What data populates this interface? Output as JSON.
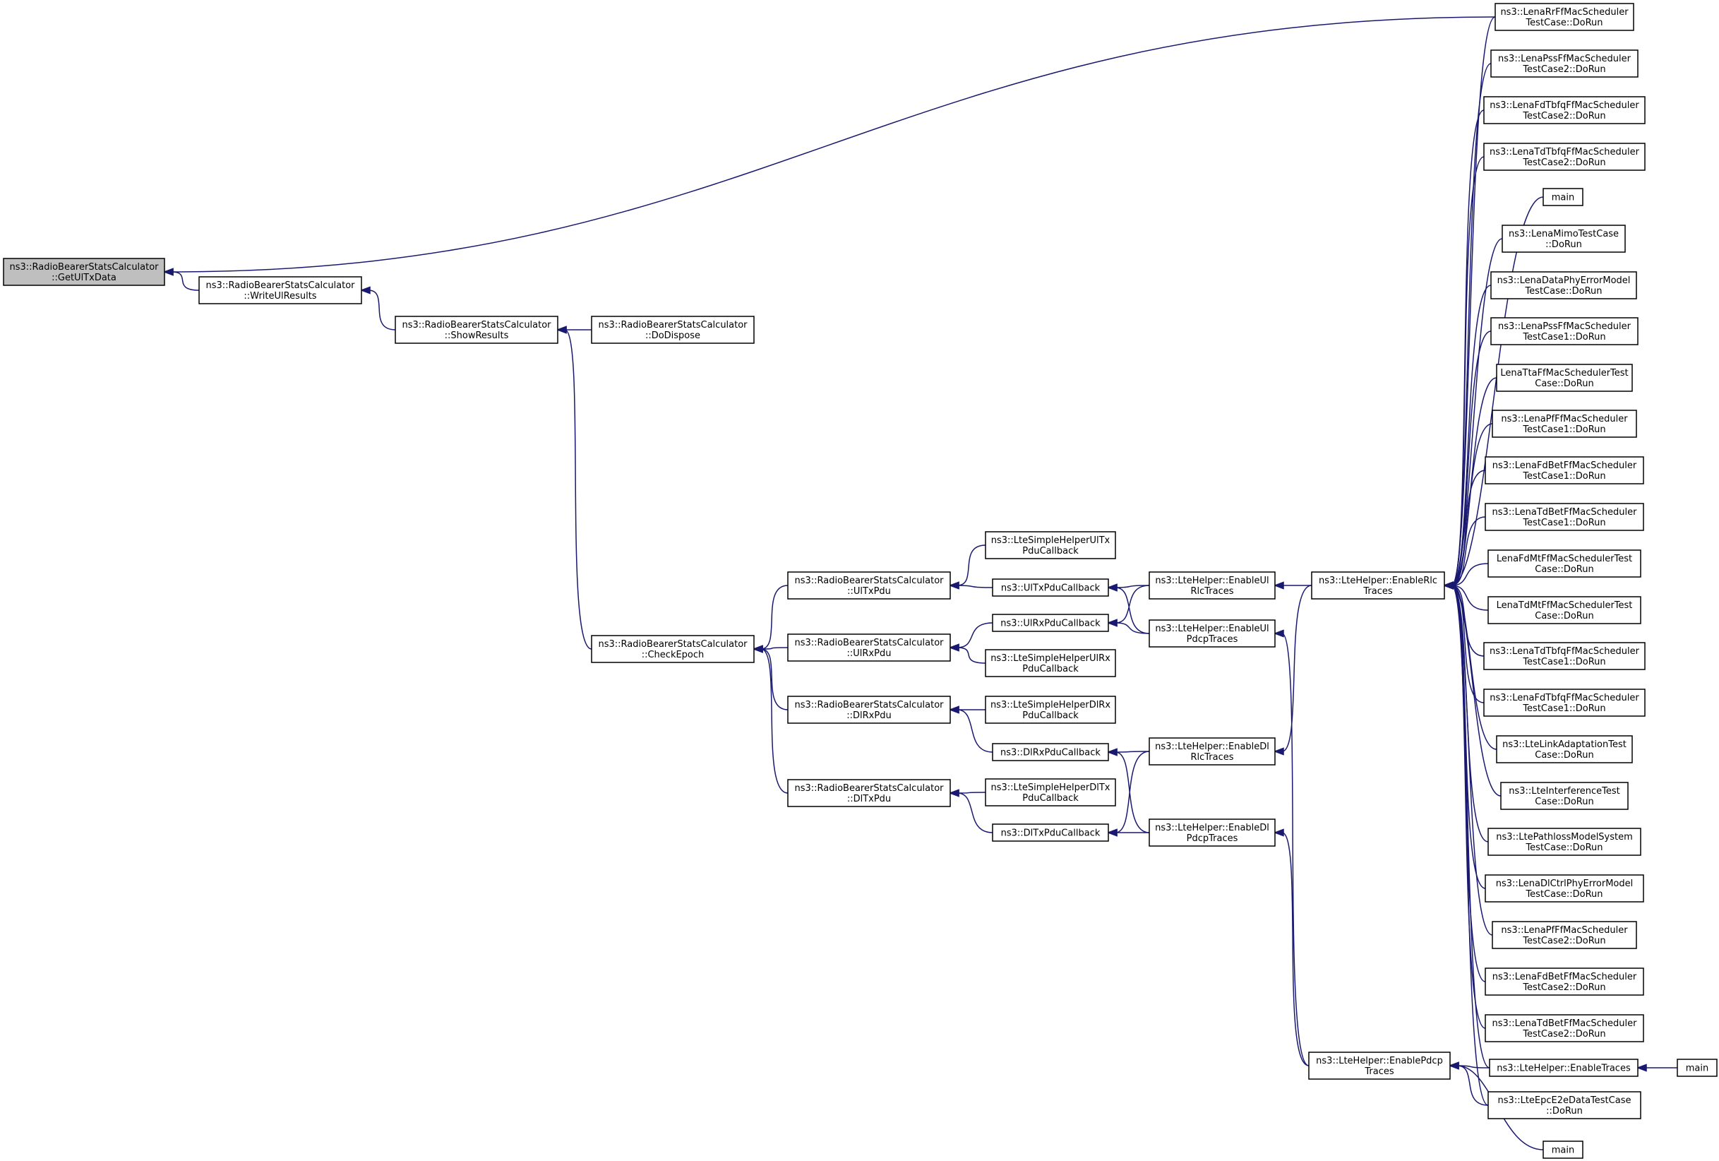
{
  "graph": {
    "colors": {
      "root_fill": "#bfbfbf",
      "node_fill": "#ffffff",
      "edge": "#191970"
    },
    "nodes": [
      {
        "id": "getultx",
        "lines": [
          "ns3::RadioBearerStatsCalculator",
          "::GetUlTxData"
        ],
        "root": true
      },
      {
        "id": "writeul",
        "lines": [
          "ns3::RadioBearerStatsCalculator",
          "::WriteUlResults"
        ]
      },
      {
        "id": "showres",
        "lines": [
          "ns3::RadioBearerStatsCalculator",
          "::ShowResults"
        ]
      },
      {
        "id": "dodispose",
        "lines": [
          "ns3::RadioBearerStatsCalculator",
          "::DoDispose"
        ]
      },
      {
        "id": "checkepoch",
        "lines": [
          "ns3::RadioBearerStatsCalculator",
          "::CheckEpoch"
        ]
      },
      {
        "id": "ultxpdu",
        "lines": [
          "ns3::RadioBearerStatsCalculator",
          "::UlTxPdu"
        ]
      },
      {
        "id": "ulrxpdu",
        "lines": [
          "ns3::RadioBearerStatsCalculator",
          "::UlRxPdu"
        ]
      },
      {
        "id": "dlrxpdu",
        "lines": [
          "ns3::RadioBearerStatsCalculator",
          "::DlRxPdu"
        ]
      },
      {
        "id": "dltxpdu",
        "lines": [
          "ns3::RadioBearerStatsCalculator",
          "::DlTxPdu"
        ]
      },
      {
        "id": "simpleultx",
        "lines": [
          "ns3::LteSimpleHelperUlTx",
          "PduCallback"
        ]
      },
      {
        "id": "ultxcb",
        "lines": [
          "ns3::UlTxPduCallback"
        ]
      },
      {
        "id": "ulrxcb",
        "lines": [
          "ns3::UlRxPduCallback"
        ]
      },
      {
        "id": "simpleulrx",
        "lines": [
          "ns3::LteSimpleHelperUlRx",
          "PduCallback"
        ]
      },
      {
        "id": "simpledlrx",
        "lines": [
          "ns3::LteSimpleHelperDlRx",
          "PduCallback"
        ]
      },
      {
        "id": "dlrxcb",
        "lines": [
          "ns3::DlRxPduCallback"
        ]
      },
      {
        "id": "simpledltx",
        "lines": [
          "ns3::LteSimpleHelperDlTx",
          "PduCallback"
        ]
      },
      {
        "id": "dltxcb",
        "lines": [
          "ns3::DlTxPduCallback"
        ]
      },
      {
        "id": "enululrlc",
        "lines": [
          "ns3::LteHelper::EnableUl",
          "RlcTraces"
        ]
      },
      {
        "id": "enulpdcp",
        "lines": [
          "ns3::LteHelper::EnableUl",
          "PdcpTraces"
        ]
      },
      {
        "id": "endlrlc",
        "lines": [
          "ns3::LteHelper::EnableDl",
          "RlcTraces"
        ]
      },
      {
        "id": "endlpdcp",
        "lines": [
          "ns3::LteHelper::EnableDl",
          "PdcpTraces"
        ]
      },
      {
        "id": "enrlc",
        "lines": [
          "ns3::LteHelper::EnableRlc",
          "Traces"
        ]
      },
      {
        "id": "enpdcp",
        "lines": [
          "ns3::LteHelper::EnablePdcp",
          "Traces"
        ]
      },
      {
        "id": "rr",
        "lines": [
          "ns3::LenaRrFfMacScheduler",
          "TestCase::DoRun"
        ]
      },
      {
        "id": "pss2",
        "lines": [
          "ns3::LenaPssFfMacScheduler",
          "TestCase2::DoRun"
        ]
      },
      {
        "id": "fdtbfq2",
        "lines": [
          "ns3::LenaFdTbfqFfMacScheduler",
          "TestCase2::DoRun"
        ]
      },
      {
        "id": "tdtbfq2",
        "lines": [
          "ns3::LenaTdTbfqFfMacScheduler",
          "TestCase2::DoRun"
        ]
      },
      {
        "id": "main1",
        "lines": [
          "main"
        ]
      },
      {
        "id": "mimo",
        "lines": [
          "ns3::LenaMimoTestCase",
          "::DoRun"
        ]
      },
      {
        "id": "dataphy",
        "lines": [
          "ns3::LenaDataPhyErrorModel",
          "TestCase::DoRun"
        ]
      },
      {
        "id": "pss1",
        "lines": [
          "ns3::LenaPssFfMacScheduler",
          "TestCase1::DoRun"
        ]
      },
      {
        "id": "tta",
        "lines": [
          "LenaTtaFfMacSchedulerTest",
          "Case::DoRun"
        ]
      },
      {
        "id": "pf1",
        "lines": [
          "ns3::LenaPfFfMacScheduler",
          "TestCase1::DoRun"
        ]
      },
      {
        "id": "fdbet1",
        "lines": [
          "ns3::LenaFdBetFfMacScheduler",
          "TestCase1::DoRun"
        ]
      },
      {
        "id": "tdbet1",
        "lines": [
          "ns3::LenaTdBetFfMacScheduler",
          "TestCase1::DoRun"
        ]
      },
      {
        "id": "fdmt",
        "lines": [
          "LenaFdMtFfMacSchedulerTest",
          "Case::DoRun"
        ]
      },
      {
        "id": "tdmt",
        "lines": [
          "LenaTdMtFfMacSchedulerTest",
          "Case::DoRun"
        ]
      },
      {
        "id": "tdtbfq1",
        "lines": [
          "ns3::LenaTdTbfqFfMacScheduler",
          "TestCase1::DoRun"
        ]
      },
      {
        "id": "fdtbfq1",
        "lines": [
          "ns3::LenaFdTbfqFfMacScheduler",
          "TestCase1::DoRun"
        ]
      },
      {
        "id": "linkad",
        "lines": [
          "ns3::LteLinkAdaptationTest",
          "Case::DoRun"
        ]
      },
      {
        "id": "interf",
        "lines": [
          "ns3::LteInterferenceTest",
          "Case::DoRun"
        ]
      },
      {
        "id": "pathloss",
        "lines": [
          "ns3::LtePathlossModelSystem",
          "TestCase::DoRun"
        ]
      },
      {
        "id": "dlctrl",
        "lines": [
          "ns3::LenaDlCtrlPhyErrorModel",
          "TestCase::DoRun"
        ]
      },
      {
        "id": "pf2",
        "lines": [
          "ns3::LenaPfFfMacScheduler",
          "TestCase2::DoRun"
        ]
      },
      {
        "id": "fdbet2",
        "lines": [
          "ns3::LenaFdBetFfMacScheduler",
          "TestCase2::DoRun"
        ]
      },
      {
        "id": "tdbet2",
        "lines": [
          "ns3::LenaTdBetFfMacScheduler",
          "TestCase2::DoRun"
        ]
      },
      {
        "id": "entraces",
        "lines": [
          "ns3::LteHelper::EnableTraces"
        ]
      },
      {
        "id": "epc",
        "lines": [
          "ns3::LteEpcE2eDataTestCase",
          "::DoRun"
        ]
      },
      {
        "id": "main2",
        "lines": [
          "main"
        ]
      },
      {
        "id": "main3",
        "lines": [
          "main"
        ]
      }
    ],
    "edges": [
      [
        "getultx",
        "writeul"
      ],
      [
        "getultx",
        "rr"
      ],
      [
        "writeul",
        "showres"
      ],
      [
        "showres",
        "dodispose"
      ],
      [
        "showres",
        "checkepoch"
      ],
      [
        "checkepoch",
        "ultxpdu"
      ],
      [
        "checkepoch",
        "ulrxpdu"
      ],
      [
        "checkepoch",
        "dlrxpdu"
      ],
      [
        "checkepoch",
        "dltxpdu"
      ],
      [
        "ultxpdu",
        "simpleultx"
      ],
      [
        "ultxpdu",
        "ultxcb"
      ],
      [
        "ulrxpdu",
        "ulrxcb"
      ],
      [
        "ulrxpdu",
        "simpleulrx"
      ],
      [
        "dlrxpdu",
        "simpledlrx"
      ],
      [
        "dlrxpdu",
        "dlrxcb"
      ],
      [
        "dltxpdu",
        "simpledltx"
      ],
      [
        "dltxpdu",
        "dltxcb"
      ],
      [
        "ultxcb",
        "enululrlc"
      ],
      [
        "ultxcb",
        "enulpdcp"
      ],
      [
        "ulrxcb",
        "enululrlc"
      ],
      [
        "ulrxcb",
        "enulpdcp"
      ],
      [
        "dlrxcb",
        "endlrlc"
      ],
      [
        "dlrxcb",
        "endlpdcp"
      ],
      [
        "dltxcb",
        "endlrlc"
      ],
      [
        "dltxcb",
        "endlpdcp"
      ],
      [
        "enululrlc",
        "enrlc"
      ],
      [
        "endlrlc",
        "enrlc"
      ],
      [
        "enulpdcp",
        "enpdcp"
      ],
      [
        "endlpdcp",
        "enpdcp"
      ],
      [
        "enrlc",
        "rr"
      ],
      [
        "enrlc",
        "pss2"
      ],
      [
        "enrlc",
        "fdtbfq2"
      ],
      [
        "enrlc",
        "tdtbfq2"
      ],
      [
        "enrlc",
        "main1"
      ],
      [
        "enrlc",
        "mimo"
      ],
      [
        "enrlc",
        "dataphy"
      ],
      [
        "enrlc",
        "pss1"
      ],
      [
        "enrlc",
        "tta"
      ],
      [
        "enrlc",
        "pf1"
      ],
      [
        "enrlc",
        "fdbet1"
      ],
      [
        "enrlc",
        "tdbet1"
      ],
      [
        "enrlc",
        "fdmt"
      ],
      [
        "enrlc",
        "tdmt"
      ],
      [
        "enrlc",
        "tdtbfq1"
      ],
      [
        "enrlc",
        "fdtbfq1"
      ],
      [
        "enrlc",
        "linkad"
      ],
      [
        "enrlc",
        "interf"
      ],
      [
        "enrlc",
        "pathloss"
      ],
      [
        "enrlc",
        "dlctrl"
      ],
      [
        "enrlc",
        "pf2"
      ],
      [
        "enrlc",
        "fdbet2"
      ],
      [
        "enrlc",
        "tdbet2"
      ],
      [
        "enrlc",
        "entraces"
      ],
      [
        "enrlc",
        "epc"
      ],
      [
        "enpdcp",
        "entraces"
      ],
      [
        "enpdcp",
        "epc"
      ],
      [
        "enpdcp",
        "main3"
      ],
      [
        "entraces",
        "main2"
      ]
    ]
  }
}
